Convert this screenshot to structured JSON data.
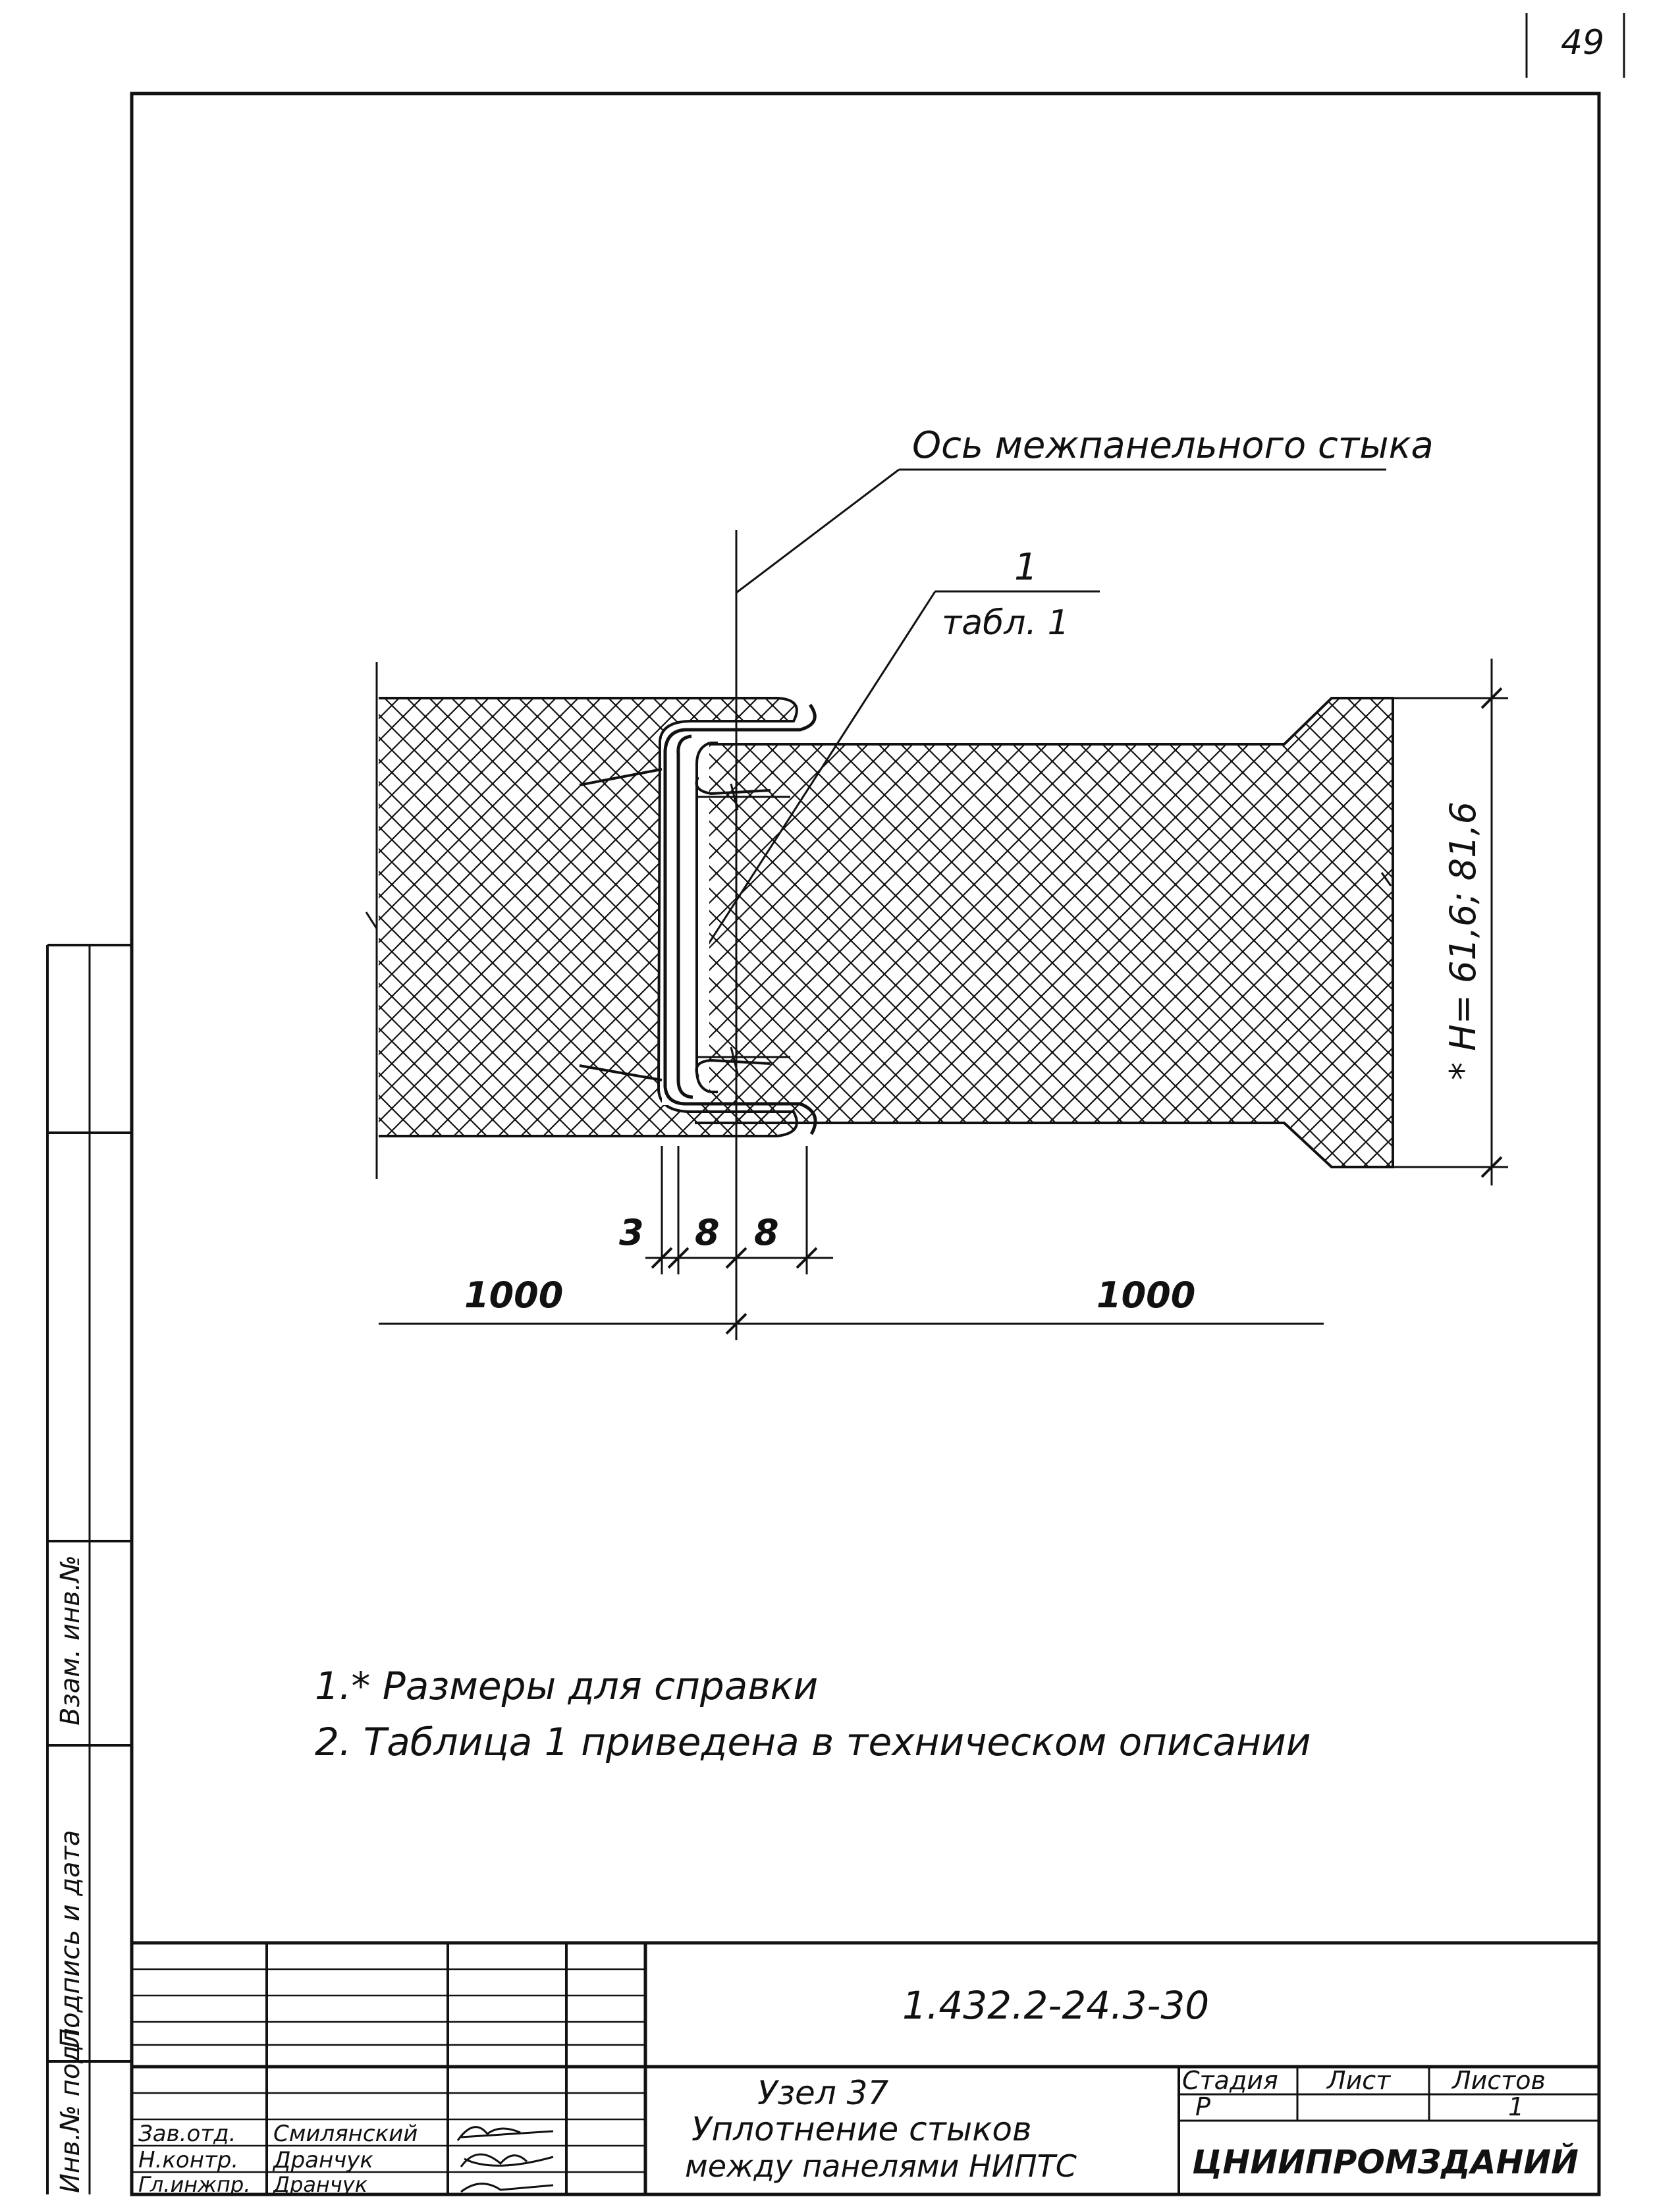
{
  "sheet": {
    "page_number": "49",
    "ink_color": "#111111",
    "paper_color": "#ffffff"
  },
  "drawing": {
    "axis_label": "Ось межпанельного стыка",
    "callout_number": "1",
    "callout_reference": "табл. 1",
    "height_dimension": "* H= 61,6; 81,6",
    "dim_3": "3",
    "dim_8_left": "8",
    "dim_8_right": "8",
    "dim_1000_left": "1000",
    "dim_1000_right": "1000",
    "panel_hatch": "cross-hatch"
  },
  "notes": [
    "1.* Размеры для справки",
    "2. Таблица 1 приведена в техническом описании"
  ],
  "side_stamp": [
    "Инв.№ подл.",
    "Подпись и дата",
    "Взам. инв.№"
  ],
  "title_block": {
    "document_code": "1.432.2-24.3-30",
    "title_line1": "Узел 37",
    "title_line2": "Уплотнение стыков",
    "title_line3": "между панелями НИПТС",
    "stage_header": "Стадия",
    "sheet_header": "Лист",
    "sheets_header": "Листов",
    "stage_value": "Р",
    "sheet_value": "",
    "sheets_value": "1",
    "organization": "ЦНИИПРОМЗДАНИЙ",
    "roles": [
      {
        "role": "Зав.отд.",
        "name": "Смилянский"
      },
      {
        "role": "Н.контр.",
        "name": "Дранчук"
      },
      {
        "role": "Гл.инжпр.",
        "name": "Дранчук"
      }
    ]
  }
}
